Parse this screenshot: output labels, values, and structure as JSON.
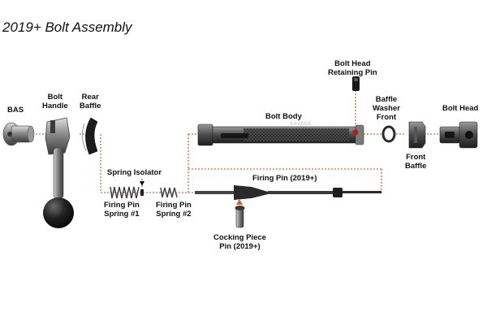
{
  "title": "2019+ Bolt Assembly",
  "labels": {
    "bas": "BAS",
    "bolt_handle": [
      "Bolt",
      "Handle"
    ],
    "rear_baffle": [
      "Rear",
      "Baffle"
    ],
    "bolt_body": "Bolt Body",
    "bolt_head_retaining_pin": [
      "Bolt Head",
      "Retaining Pin"
    ],
    "baffle_washer_front": [
      "Baffle",
      "Washer",
      "Front"
    ],
    "bolt_head": "Bolt Head",
    "front_baffle": [
      "Front",
      "Baffle"
    ],
    "spring_isolator": "Spring Isolator",
    "firing_pin_spring_1": [
      "Firing Pin",
      "Spring #1"
    ],
    "firing_pin_spring_2": [
      "Firing Pin",
      "Spring #2"
    ],
    "firing_pin": "Firing Pin (2019+)",
    "cocking_piece_pin": [
      "Cocking Piece",
      "Pin (2019+)"
    ]
  },
  "brand_mark": "SAVAGE",
  "colors": {
    "dotted_line": "#c0441a",
    "arrow": "#e0572a",
    "metal_dark": "#2a2a2a",
    "metal_mid": "#6e6e6e",
    "metal_light": "#bdbdbd",
    "accent_red": "#b21f1f"
  }
}
